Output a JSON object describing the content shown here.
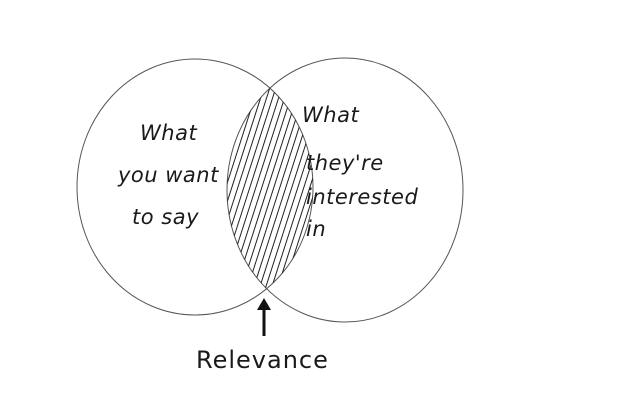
{
  "diagram": {
    "left_set": {
      "lines": [
        "What",
        "you want",
        "to say"
      ]
    },
    "right_set": {
      "lines": [
        "What",
        "they're",
        "interested",
        "in"
      ]
    },
    "intersection": {
      "label": "Relevance",
      "pattern": "diagonal-hatch"
    },
    "colors": {
      "ink": "#1a1a1a",
      "outline": "#555555",
      "background": "#ffffff"
    }
  }
}
